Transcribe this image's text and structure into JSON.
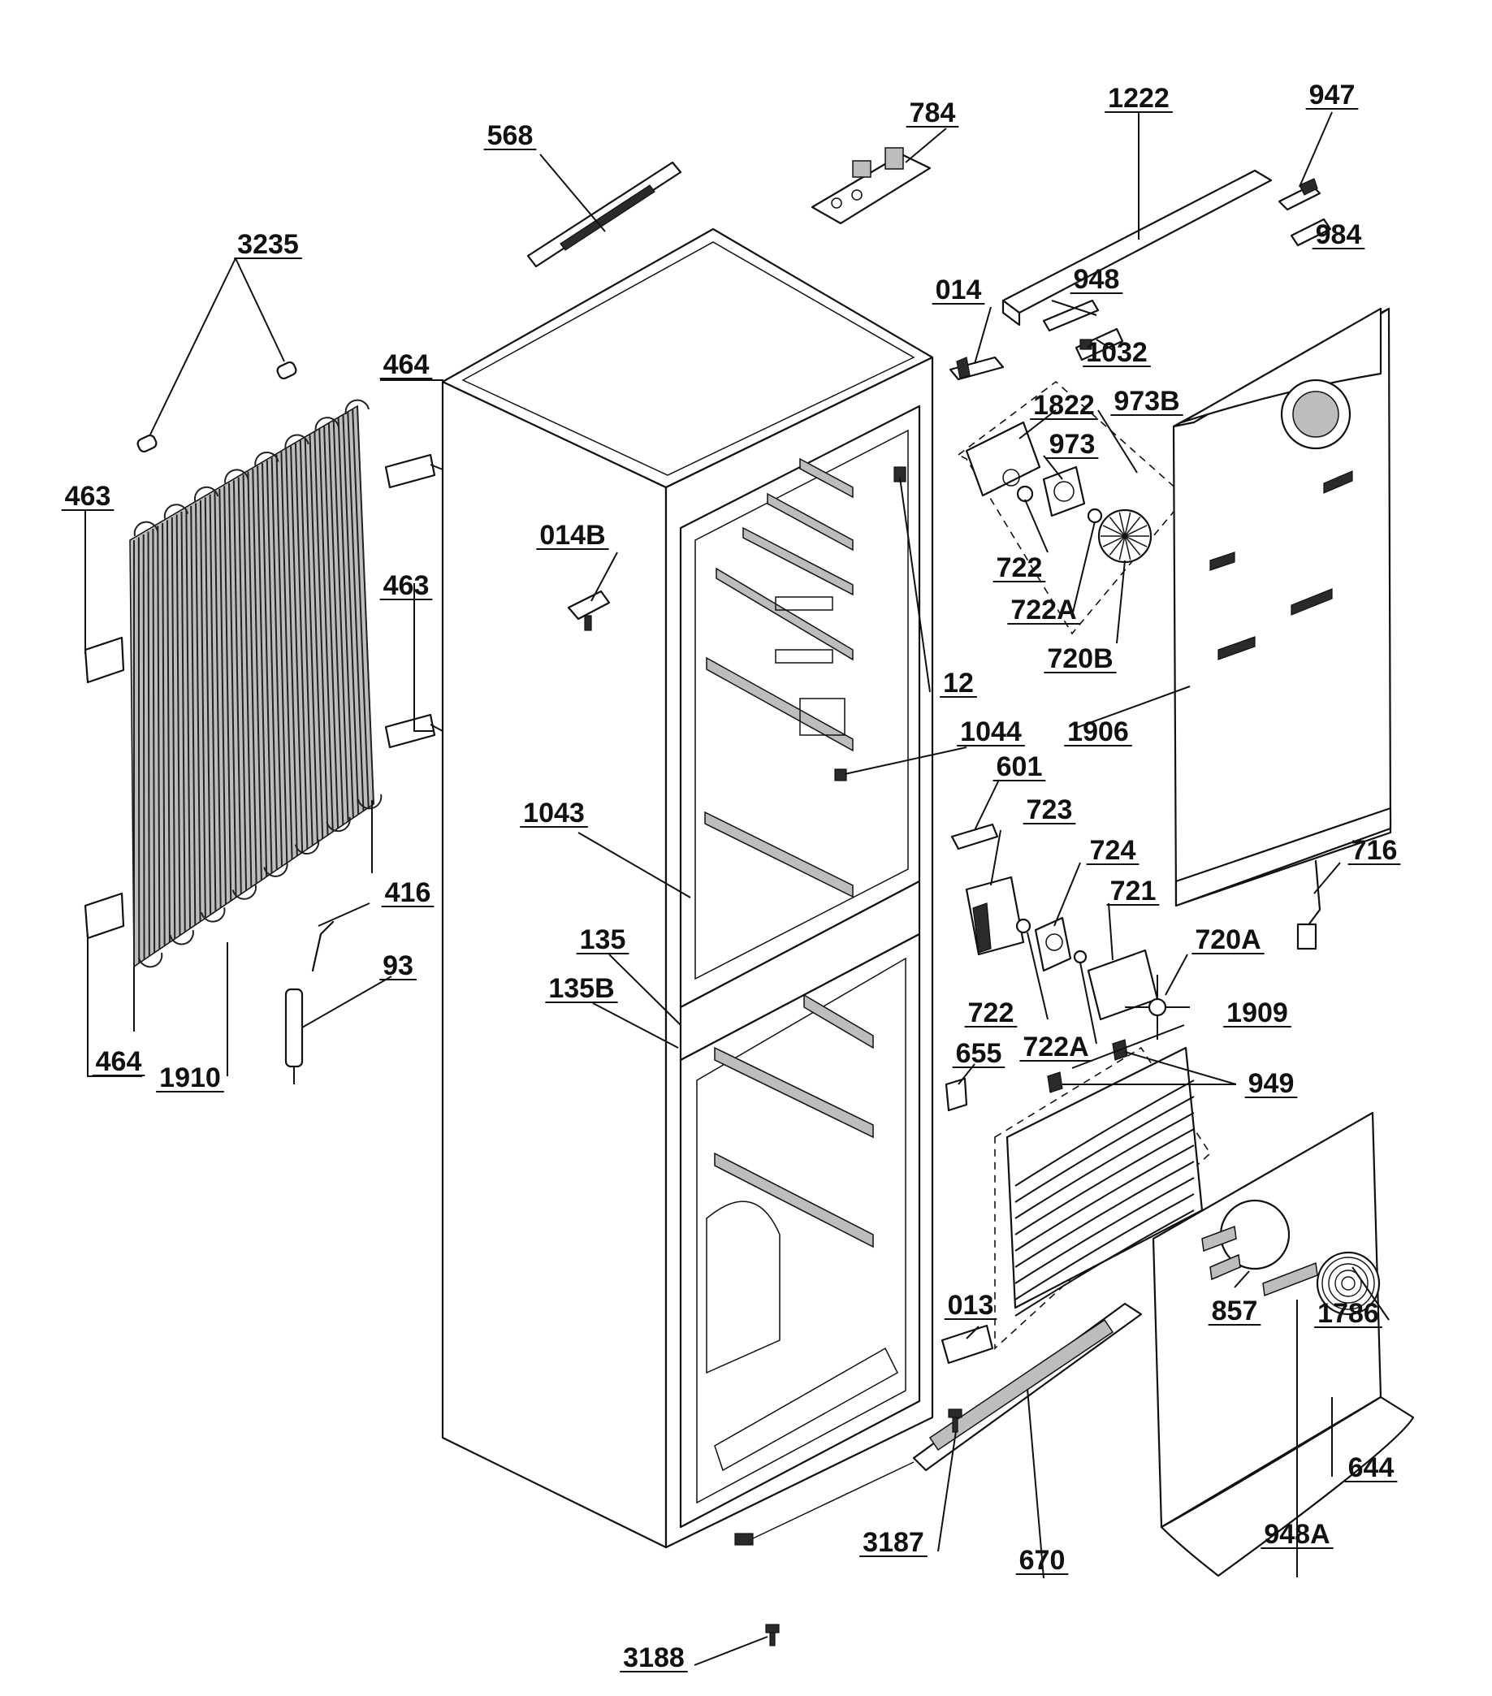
{
  "callouts": [
    {
      "id": "c-568",
      "text": "568"
    },
    {
      "id": "c-784",
      "text": "784"
    },
    {
      "id": "c-1222",
      "text": "1222"
    },
    {
      "id": "c-947",
      "text": "947"
    },
    {
      "id": "c-984",
      "text": "984"
    },
    {
      "id": "c-3235",
      "text": "3235"
    },
    {
      "id": "c-948",
      "text": "948"
    },
    {
      "id": "c-014",
      "text": "014"
    },
    {
      "id": "c-1032",
      "text": "1032"
    },
    {
      "id": "c-464a",
      "text": "464"
    },
    {
      "id": "c-1822",
      "text": "1822"
    },
    {
      "id": "c-973B",
      "text": "973B"
    },
    {
      "id": "c-973",
      "text": "973"
    },
    {
      "id": "c-463a",
      "text": "463"
    },
    {
      "id": "c-014B",
      "text": "014B"
    },
    {
      "id": "c-722a",
      "text": "722"
    },
    {
      "id": "c-463b",
      "text": "463"
    },
    {
      "id": "c-722Aa",
      "text": "722A"
    },
    {
      "id": "c-720B",
      "text": "720B"
    },
    {
      "id": "c-12",
      "text": "12"
    },
    {
      "id": "c-1044",
      "text": "1044"
    },
    {
      "id": "c-1906",
      "text": "1906"
    },
    {
      "id": "c-601",
      "text": "601"
    },
    {
      "id": "c-723",
      "text": "723"
    },
    {
      "id": "c-1043",
      "text": "1043"
    },
    {
      "id": "c-724",
      "text": "724"
    },
    {
      "id": "c-716",
      "text": "716"
    },
    {
      "id": "c-416",
      "text": "416"
    },
    {
      "id": "c-721",
      "text": "721"
    },
    {
      "id": "c-135",
      "text": "135"
    },
    {
      "id": "c-720A",
      "text": "720A"
    },
    {
      "id": "c-93",
      "text": "93"
    },
    {
      "id": "c-135B",
      "text": "135B"
    },
    {
      "id": "c-1909",
      "text": "1909"
    },
    {
      "id": "c-722b",
      "text": "722"
    },
    {
      "id": "c-464b",
      "text": "464"
    },
    {
      "id": "c-1910",
      "text": "1910"
    },
    {
      "id": "c-655",
      "text": "655"
    },
    {
      "id": "c-722Ab",
      "text": "722A"
    },
    {
      "id": "c-949",
      "text": "949"
    },
    {
      "id": "c-857",
      "text": "857"
    },
    {
      "id": "c-1786",
      "text": "1786"
    },
    {
      "id": "c-013",
      "text": "013"
    },
    {
      "id": "c-644",
      "text": "644"
    },
    {
      "id": "c-948A",
      "text": "948A"
    },
    {
      "id": "c-3187",
      "text": "3187"
    },
    {
      "id": "c-670",
      "text": "670"
    },
    {
      "id": "c-3188",
      "text": "3188"
    }
  ]
}
